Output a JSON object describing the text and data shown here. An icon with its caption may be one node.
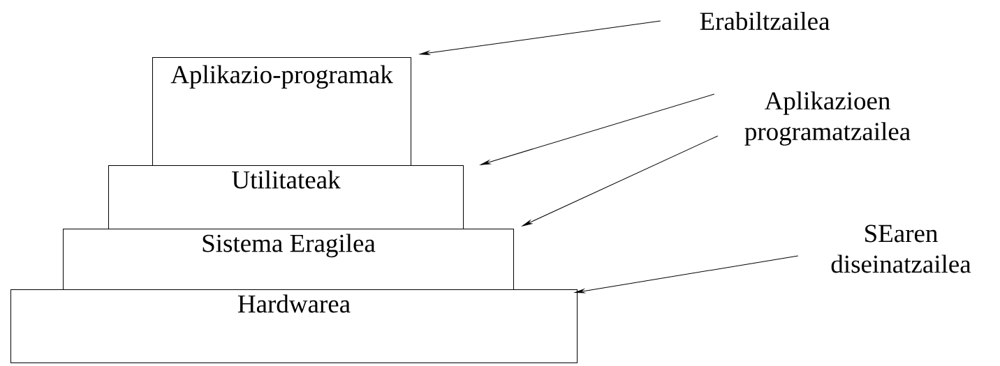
{
  "diagram": {
    "nodes": [
      {
        "text": [
          "Aplikazio-programak"
        ]
      },
      {
        "text": [
          "Utilitateak"
        ]
      },
      {
        "text": [
          "Sistema Eragilea"
        ]
      },
      {
        "text": [
          "Hardwarea"
        ]
      },
      {
        "text": [
          "Erabiltzailea"
        ]
      },
      {
        "text": [
          "Aplikazioen programatzailea"
        ]
      },
      {
        "text": [
          "SEaren diseinatzailea"
        ]
      }
    ],
    "edges": [
      {
        "from": 4,
        "to": 0,
        "arrow": "to"
      },
      {
        "from": 5,
        "to": 1,
        "arrow": "to"
      },
      {
        "from": 5,
        "to": 2,
        "arrow": "to"
      },
      {
        "from": 6,
        "to": 3,
        "arrow": "to"
      }
    ]
  }
}
